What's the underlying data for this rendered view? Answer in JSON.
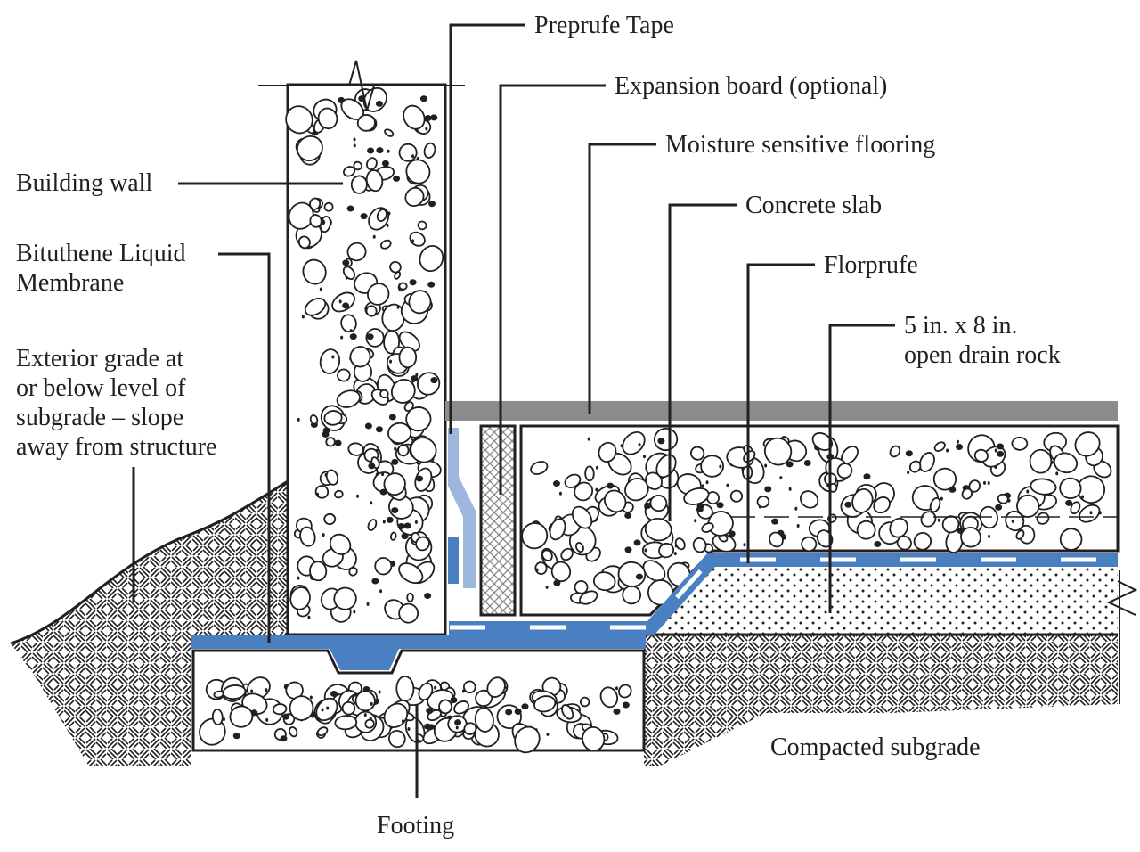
{
  "labels": {
    "preprufe_tape": "Preprufe Tape",
    "expansion_board": "Expansion board (optional)",
    "moisture_flooring": "Moisture sensitive flooring",
    "concrete_slab": "Concrete slab",
    "florprufe": "Florprufe",
    "drain_rock_line1": "5 in. x 8 in.",
    "drain_rock_line2": "open drain rock",
    "building_wall": "Building wall",
    "bituthene_line1": "Bituthene Liquid",
    "bituthene_line2": "Membrane",
    "grade_line1": "Exterior grade at",
    "grade_line2": "or below level of",
    "grade_line3": "subgrade – slope",
    "grade_line4": "away from structure",
    "compacted_subgrade": "Compacted subgrade",
    "footing": "Footing"
  },
  "colors": {
    "membrane_blue": "#4a7fc1",
    "tape_light_blue": "#9db6de",
    "flooring_gray": "#8c8c8e",
    "ink": "#231f20"
  }
}
